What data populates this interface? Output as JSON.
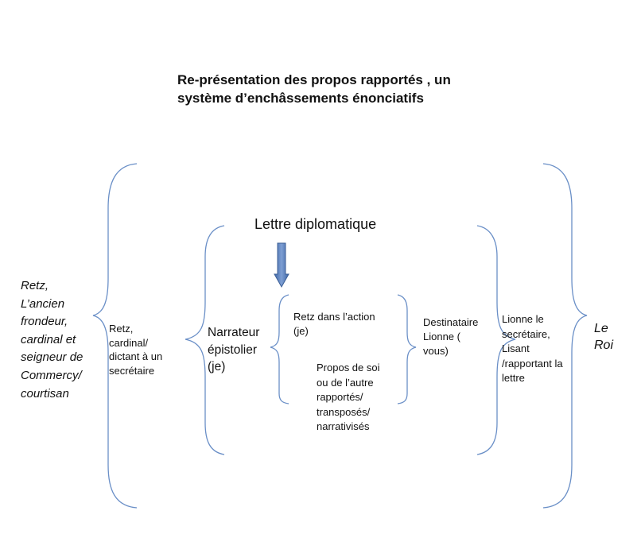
{
  "title": "Re-présentation des propos rapportés , un\nsystème d’enchâssements énonciatifs",
  "lettre_label": "Lettre diplomatique",
  "retz_outer": "Retz,\nL’ancien\nfrondeur,\ncardinal et\nseigneur de\nCommercy/\ncourtisan",
  "retz_cardinal": "Retz,\ncardinal/\ndictant à un\nsecrétaire",
  "narrateur": "Narrateur\népistolier\n(je)",
  "retz_action": "Retz dans l’action\n(je)",
  "propos": "Propos de soi\nou de l’autre\nrapportés/\ntransposés/\nnarrativisés",
  "destinataire": "Destinataire\nLionne (\nvous)",
  "lionne": "Lionne le\nsecrétaire,\nLisant\n/rapportant la\nlettre",
  "roi": "Le\nRoi",
  "colors": {
    "bracket": "#6a8fc7",
    "arrow": "#4a6fa5",
    "text": "#111111"
  }
}
